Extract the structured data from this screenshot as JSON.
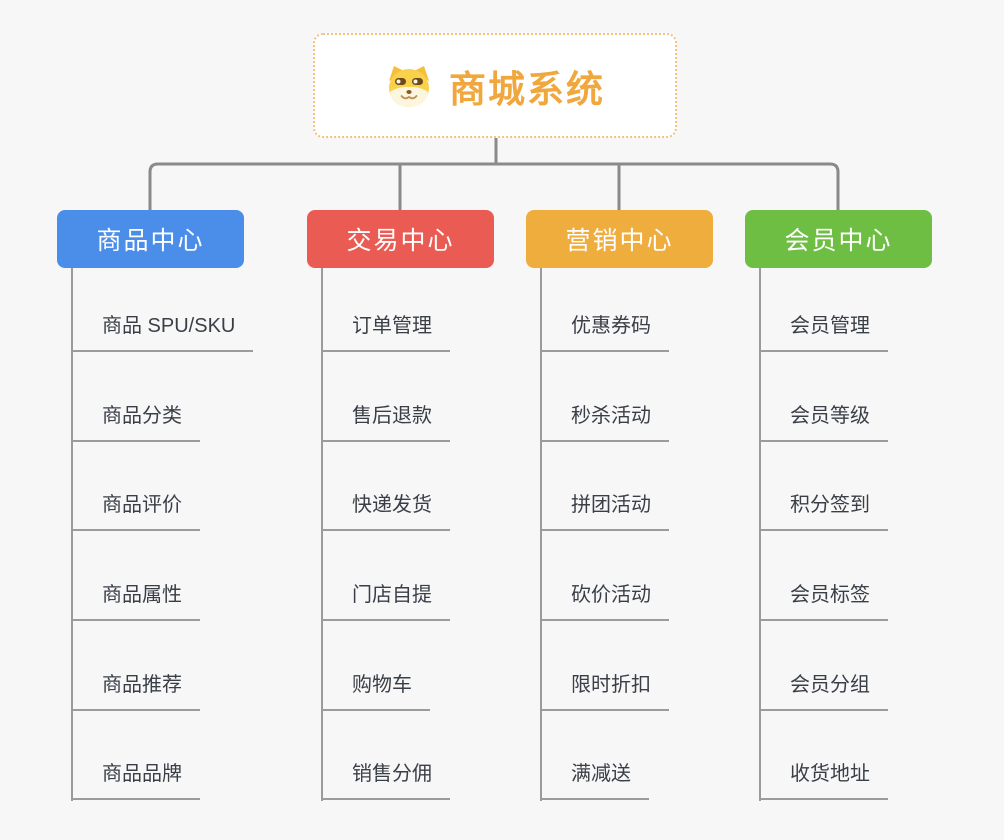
{
  "root": {
    "title": "商城系统",
    "icon": "dog-face-icon",
    "accent_color": "#F0A73E",
    "border_color": "#F2C27E"
  },
  "branches": [
    {
      "label": "商品中心",
      "color": "#4A8EE9",
      "children": [
        "商品 SPU/SKU",
        "商品分类",
        "商品评价",
        "商品属性",
        "商品推荐",
        "商品品牌"
      ]
    },
    {
      "label": "交易中心",
      "color": "#EA5B54",
      "children": [
        "订单管理",
        "售后退款",
        "快递发货",
        "门店自提",
        "购物车",
        "销售分佣"
      ]
    },
    {
      "label": "营销中心",
      "color": "#EFAD3E",
      "children": [
        "优惠券码",
        "秒杀活动",
        "拼团活动",
        "砍价活动",
        "限时折扣",
        "满减送"
      ]
    },
    {
      "label": "会员中心",
      "color": "#6FBE44",
      "children": [
        "会员管理",
        "会员等级",
        "积分签到",
        "会员标签",
        "会员分组",
        "收货地址"
      ]
    }
  ],
  "connector_color": "#8A8A8A",
  "line_color": "#9B9B9B",
  "background_color": "#F7F7F7"
}
